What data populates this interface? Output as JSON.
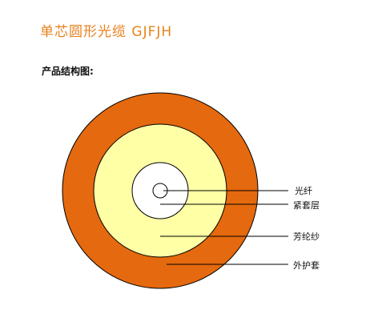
{
  "header": {
    "title": "单芯圆形光缆 GJFJH",
    "subtitle": "产品结构图:"
  },
  "colors": {
    "title": "#E8821C",
    "outer_sheath": "#E5690E",
    "aramid": "#FFFFA6",
    "tight_buffer": "#FFFFFF",
    "outline": "#000000"
  },
  "diagram": {
    "layers": [
      {
        "id": "outer_sheath",
        "label": "外护套"
      },
      {
        "id": "aramid",
        "label": "芳纶纱"
      },
      {
        "id": "tight_buffer",
        "label": "紧套层"
      },
      {
        "id": "fiber",
        "label": "光纤"
      }
    ]
  }
}
